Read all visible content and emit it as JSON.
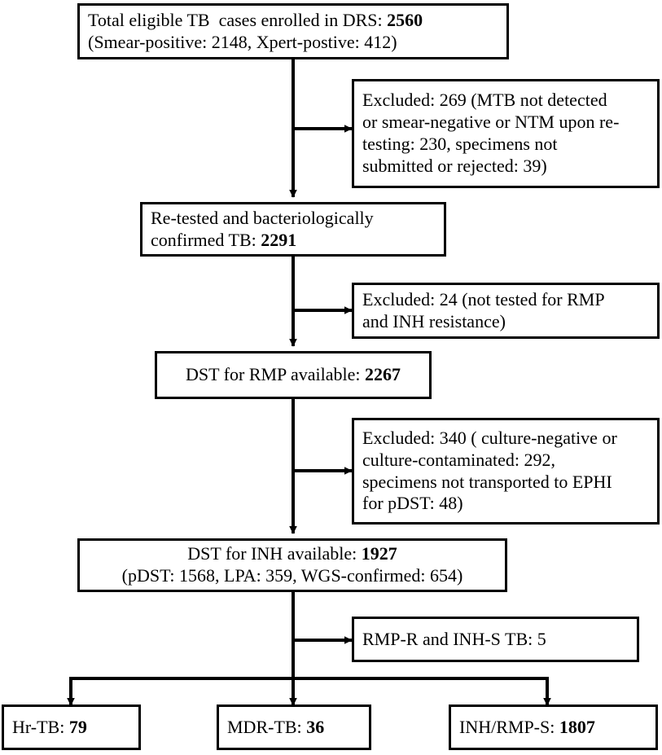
{
  "diagram": {
    "title": "TB Drug Resistance Survey (DRS) participant flow",
    "stroke_color": "#000000",
    "background_color": "#ffffff",
    "nodes": {
      "enrolled": {
        "name": "total-eligible-enrolled",
        "line1_prefix": "Total eligible TB  cases enrolled in DRS: ",
        "line1_value": "2560",
        "line2": "(Smear-positive: 2148, Xpert-postive: 412)"
      },
      "excluded_1": {
        "name": "excluded-269",
        "line1": "Excluded: 269 (MTB not detected",
        "line2": "or smear-negative or NTM upon re-",
        "line3": "testing: 230, specimens not",
        "line4": "submitted or rejected: 39)"
      },
      "retested": {
        "name": "retested-confirmed",
        "line1": "Re-tested and bacteriologically",
        "line2_prefix": "confirmed TB: ",
        "line2_value": "2291"
      },
      "excluded_2": {
        "name": "excluded-24",
        "line1": "Excluded: 24 (not tested for RMP",
        "line2": "and INH resistance)"
      },
      "dst_rmp": {
        "name": "dst-rmp-available",
        "line1_prefix": "DST for RMP available: ",
        "line1_value": "2267"
      },
      "excluded_3": {
        "name": "excluded-340",
        "line1": "Excluded: 340 ( culture-negative or",
        "line2": "culture-contaminated: 292,",
        "line3": "specimens not transported to EPHI",
        "line4": "for pDST: 48)"
      },
      "dst_inh": {
        "name": "dst-inh-available",
        "line1_prefix": "DST for INH available: ",
        "line1_value": "1927",
        "line2": "(pDST: 1568, LPA: 359, WGS-confirmed: 654)"
      },
      "rmpr_inhs": {
        "name": "rmp-r-inh-s",
        "line1": "RMP-R and INH-S TB: 5"
      },
      "hr_tb": {
        "name": "hr-tb-outcome",
        "line1_prefix": "Hr-TB: ",
        "line1_value": "79"
      },
      "mdr_tb": {
        "name": "mdr-tb-outcome",
        "line1_prefix": "MDR-TB: ",
        "line1_value": "36"
      },
      "inh_rmp_s": {
        "name": "inh-rmp-s-outcome",
        "line1_prefix": "INH/RMP-S: ",
        "line1_value": "1807"
      }
    },
    "edges": [
      {
        "from": "enrolled",
        "to": "excluded_1",
        "type": "branch-right"
      },
      {
        "from": "enrolled",
        "to": "retested",
        "type": "down-arrow"
      },
      {
        "from": "retested",
        "to": "excluded_2",
        "type": "branch-right"
      },
      {
        "from": "retested",
        "to": "dst_rmp",
        "type": "down-arrow"
      },
      {
        "from": "dst_rmp",
        "to": "excluded_3",
        "type": "branch-right"
      },
      {
        "from": "dst_rmp",
        "to": "dst_inh",
        "type": "down-arrow"
      },
      {
        "from": "dst_inh",
        "to": "rmpr_inhs",
        "type": "branch-right"
      },
      {
        "from": "dst_inh",
        "to": "hr_tb",
        "type": "split-down-arrow"
      },
      {
        "from": "dst_inh",
        "to": "mdr_tb",
        "type": "split-down-arrow"
      },
      {
        "from": "dst_inh",
        "to": "inh_rmp_s",
        "type": "split-down-arrow"
      }
    ]
  }
}
